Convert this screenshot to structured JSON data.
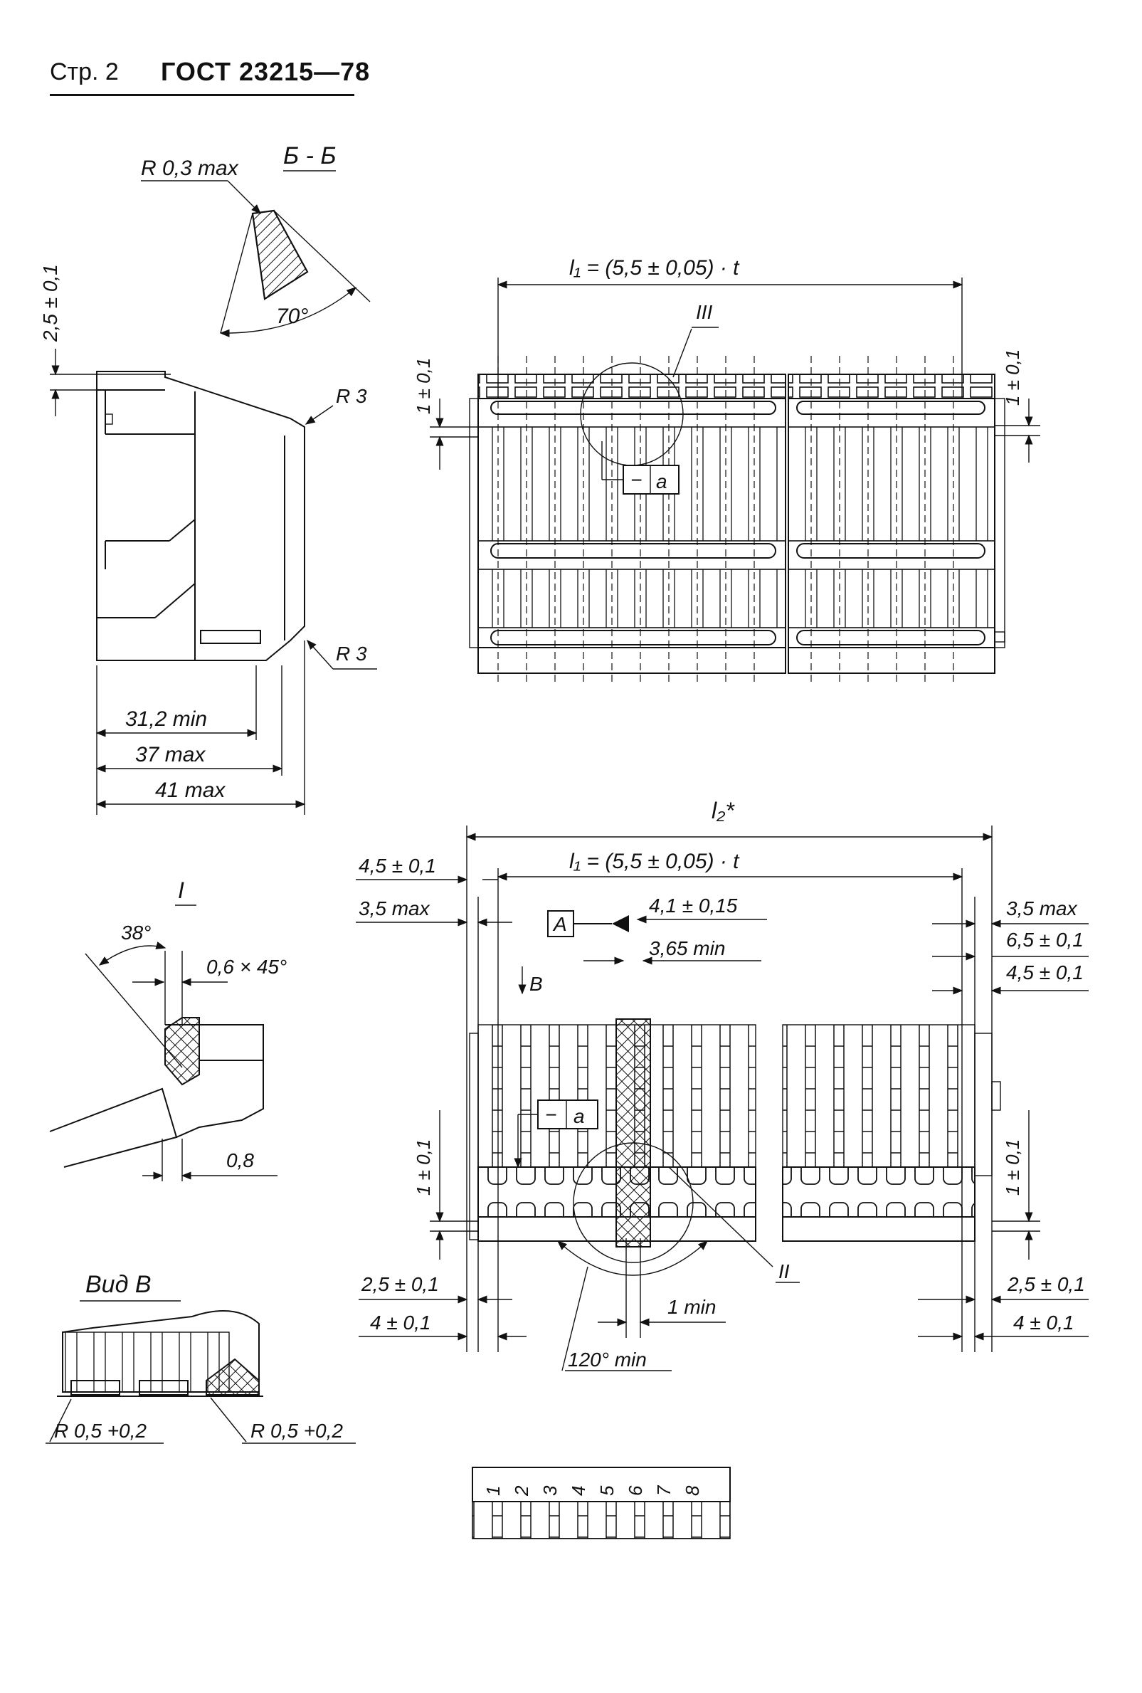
{
  "header": {
    "page_label": "Стр. 2",
    "standard": "ГОСТ 23215—78"
  },
  "section_bb": {
    "label": "Б - Б",
    "radius": "R 0,3 max",
    "angle": "70°",
    "height_tol": "2,5 ± 0,1"
  },
  "side_view": {
    "r_top": "R 3",
    "r_bottom": "R 3",
    "dim1": "31,2 min",
    "dim2": "37 max",
    "dim3": "41 max"
  },
  "top_view": {
    "l1": "l₁ = (5,5 ± 0,05) · t",
    "detail_label": "III",
    "left_tol": "1 ± 0,1",
    "right_tol": "1 ± 0,1",
    "frame_symbol": "−",
    "frame_datum": "a"
  },
  "front_view": {
    "l2": "l₂*",
    "l1": "l₁ = (5,5 ± 0,05) · t",
    "d_left_1": "4,5 ± 0,1",
    "d_left_2": "3,5 max",
    "datum_a": "A",
    "d_4_1": "4,1 ± 0,15",
    "d_3_65": "3,65 min",
    "d_right_1": "3,5 max",
    "d_right_2": "6,5 ± 0,1",
    "d_right_3": "4,5 ± 0,1",
    "view_b": "B",
    "frame_symbol": "−",
    "frame_datum": "a",
    "left_tol": "1 ± 0,1",
    "right_tol": "1 ± 0,1",
    "detail_ii": "II",
    "bl_1": "2,5 ± 0,1",
    "bl_2": "4 ± 0,1",
    "br_1": "2,5 ± 0,1",
    "br_2": "4 ± 0,1",
    "min_1": "1 min",
    "angle": "120° min"
  },
  "detail_i": {
    "label": "I",
    "angle": "38°",
    "chamfer": "0,6 × 45°",
    "dim": "0,8"
  },
  "view_b": {
    "label": "Вид В",
    "r1": "R 0,5 +0,2",
    "r2": "R 0,5 +0,2"
  },
  "numbering": {
    "numbers": [
      "1",
      "2",
      "3",
      "4",
      "5",
      "6",
      "7",
      "8"
    ]
  }
}
